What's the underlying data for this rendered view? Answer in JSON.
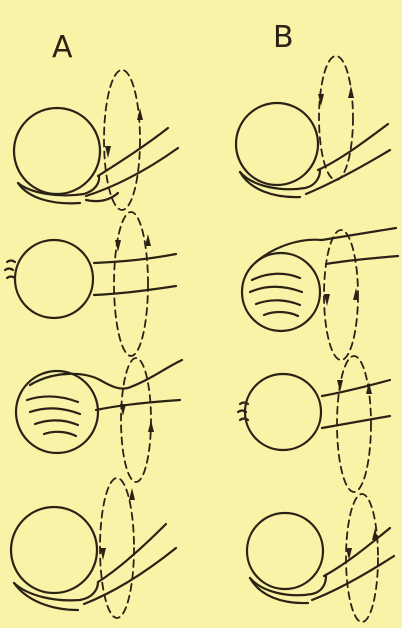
{
  "columns": [
    {
      "id": "A",
      "label": "A"
    },
    {
      "id": "B",
      "label": "B"
    }
  ],
  "colors": {
    "background": "#f8f3a6",
    "ink": "#2b2216"
  },
  "panels": [
    {
      "column": "A",
      "row": 1,
      "hand": "under-ball",
      "motion": "dashed-loop"
    },
    {
      "column": "A",
      "row": 2,
      "hand": "none",
      "motion": "dashed-loop"
    },
    {
      "column": "A",
      "row": 3,
      "hand": "on-top-of-ball",
      "motion": "dashed-loop"
    },
    {
      "column": "A",
      "row": 4,
      "hand": "under-ball",
      "motion": "dashed-loop"
    },
    {
      "column": "B",
      "row": 1,
      "hand": "under-ball",
      "motion": "dashed-loop"
    },
    {
      "column": "B",
      "row": 2,
      "hand": "on-top-of-ball",
      "motion": "dashed-loop"
    },
    {
      "column": "B",
      "row": 3,
      "hand": "none",
      "motion": "dashed-loop"
    },
    {
      "column": "B",
      "row": 4,
      "hand": "under-ball",
      "motion": "dashed-loop"
    }
  ]
}
